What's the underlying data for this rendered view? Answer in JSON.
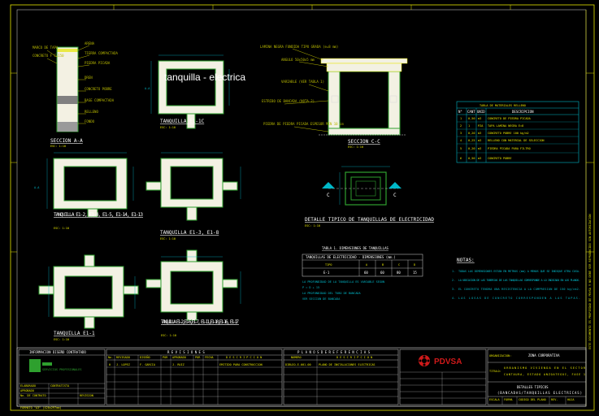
{
  "drawing": {
    "center_label": "tanquilla - electrica",
    "section_aa": {
      "title": "SECCION A-A",
      "scale": "ESC: 1:10",
      "callouts": [
        "MARCO DE TAPA",
        "CONCRETO F'C=150",
        "ARENA",
        "TIERRA COMPACTADA",
        "PIEDRA PICADA",
        "DREN",
        "CONCRETO POBRE",
        "BASE COMPACTADA",
        "RELLENO",
        "FONDO"
      ]
    },
    "section_cc": {
      "title": "SECCION C-C",
      "scale": "ESC: 1:10",
      "callouts": [
        "LAMINA NEGRA FUNDIDA TIPO GRADA (e=8 mm)",
        "ANGULO 50x50x5 mm",
        "VARIABLE (VER TABLA 1)",
        "ESTRIBO DE BANCADA (NOTA 2)",
        "PIEDRA DE PIEDRA PICADA ESPESOR MIN 10 cm"
      ]
    },
    "plan_labels": [
      {
        "name": "TANQUILLA E1-1C",
        "scale": "ESC: 1:10"
      },
      {
        "name": "TANQUILLA E1-2, E1-4, E1-5, E1-14, E1-13",
        "scale": "ESC: 1:10"
      },
      {
        "name": "TANQUILLA E1-3, E1-8",
        "scale": "ESC: 1:10"
      },
      {
        "name": "TANQUILLA E1-1",
        "scale": "ESC: 1:10"
      },
      {
        "name": "TANQUILLA E1-2,E1-6,E1-7, E1-11,E1-10,E1-16, E1-17",
        "scale": "ESC: 1:10"
      }
    ],
    "detail_title": "DETALLE TIPICO DE TANQUILLAS DE ELECTRICIDAD",
    "detail_scale": "ESC: 1:10",
    "section_marker": "C",
    "dim_label": "A-A"
  },
  "materials_table": {
    "title": "TABLA DE MATERIALES RELLENO",
    "headers": [
      "N°",
      "CANT",
      "UNID",
      "DESCRIPCION"
    ],
    "rows": [
      [
        "1",
        "0,50",
        "m3",
        "CONCRETO DE PIEDRA PICADA"
      ],
      [
        "2",
        "1",
        "PZA",
        "TAPA LAMINA NEGRA E=8"
      ],
      [
        "3",
        "0,20",
        "m3",
        "CONCRETO POBRE 100 kg/m2"
      ],
      [
        "4",
        "0,25",
        "m3",
        "RELLENO CON MATERIAL DE SELECCION"
      ],
      [
        "5",
        "0,20",
        "m3",
        "PIEDRA PICADA PARA FILTRO"
      ],
      [
        "6",
        "0,50",
        "m3",
        "CONCRETO POBRE"
      ]
    ]
  },
  "dimensions_table": {
    "title": "TABLA 1. DIMENSIONES DE TANQUILLAS",
    "subtitle": "TANQUILLAS DE ELECTRICIDAD - DIMENSIONES (mm.)",
    "headers": [
      "TIPO",
      "A",
      "B",
      "C",
      "D"
    ],
    "row": [
      "E-1",
      "60",
      "60",
      "80",
      "15"
    ],
    "notes": [
      "LA PROFUNDIDAD DE LA TANQUILLA ES VARIABLE SEGUN",
      "P = D + 15",
      "LA PROFUNDIDAD DEL TUBO DE BANCADA",
      "VER SECCION DE BANCADA"
    ]
  },
  "notes": {
    "title": "NOTAS:",
    "items": [
      "TODAS LAS DIMENSIONES ESTAN EN METROS (mm) A MENOS QUE SE INDIQUE OTRA COSA.",
      "LA UBICACION DE LAS TUBERIAS DE LAS TANQUILLAS CORRESPONDE A LO INDICADO EN LOS PLANOS.",
      "EL CONCRETO TENDRA UNA RESISTENCIA A LA COMPRESION DE 150 kg/cm2.",
      "LAS LOSAS DE CONCRETO CORRESPONDEN A LAS TAPAS."
    ]
  },
  "title_block": {
    "contractor_header": "INFORMACION DISEÑO CONTRATADO",
    "contractor_name": "SERVICIOS PROFESIONALES",
    "contractor_fields": [
      "ELABORADO",
      "CONTRATISTA",
      "APROBADO",
      "No. DE CONTRATO",
      "REVISION"
    ],
    "revisions_header": "R E V I S I O N E S",
    "revisions_cols": [
      "No.",
      "REVISADO",
      "DISEÑO",
      "POR",
      "APROBADO",
      "POR",
      "FECHA",
      "D E S C R I P C I O N"
    ],
    "revisions_row": [
      "0",
      "J. LOPEZ",
      "F. GARCIA",
      "",
      "J. RUIZ",
      "",
      "",
      "EMITIDO PARA CONSTRUCCION"
    ],
    "references_header": "P L A N O S   D E   R E F E R E N C I A S",
    "references_cols": [
      "NUMERO",
      "D E S C R I P C I O N"
    ],
    "references_row": [
      "DIBUJO-E-001-00",
      "PLANO DE INSTALACIONES ELECTRICAS"
    ],
    "logo_text": "PDVSA",
    "dept_label": "ORGANIZACION:",
    "dept_value": "ZONA CORPORATIVA",
    "title_label": "TITULO:",
    "title_lines": [
      "URBANISMO VIVIENDA EN EL SECTOR",
      "CANTAURA, ESTADO ANZOATEGUI, FASE 1"
    ],
    "detail_name_lines": [
      "DETALLES TIPICOS",
      "(BANCADAS/TANQUILLAS ELECTRICAS)"
    ],
    "bottom_fields": [
      "ESCALA",
      "FORMA",
      "CODIGO DEL PLANO",
      "REV.",
      "HOJA"
    ],
    "format_note": "FORMATO \"A3\" (420x297mm)",
    "side_note": "ESTE DOCUMENTO ES PROPIEDAD DE PDVSA Y NO DEBE SER REPRODUCIDO SIN AUTORIZACION"
  },
  "colors": {
    "bg": "#000000",
    "frame": "#e6e600",
    "wall": "#2ea02e",
    "dim": "#00b8c8",
    "fill": "#f3f1e3",
    "leader": "#e6e600",
    "text": "#ffffff",
    "brand": "#d01a1a"
  }
}
